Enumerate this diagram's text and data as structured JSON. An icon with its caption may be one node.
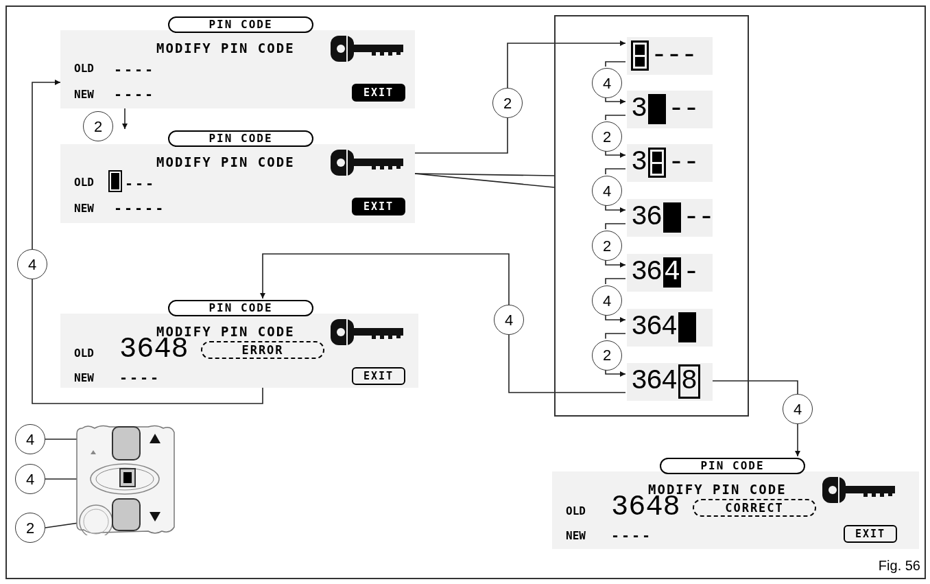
{
  "diagram": {
    "nodes": [
      {
        "text": [
          "PIN CODE",
          "MODIFY PIN CODE",
          "OLD",
          "----",
          "NEW",
          "----",
          "EXIT"
        ]
      },
      {
        "text": [
          "PIN CODE",
          "MODIFY PIN CODE",
          "OLD",
          "---",
          "NEW",
          "-----",
          "EXIT"
        ]
      },
      {
        "text": [
          "2"
        ]
      },
      {
        "text": [],
        "shape": "box"
      },
      {
        "text": [
          "---"
        ],
        "in": 3
      },
      {
        "text": [
          "4"
        ],
        "in": 3
      },
      {
        "text": [
          "3",
          "--"
        ],
        "in": 3
      },
      {
        "text": [
          "2"
        ],
        "in": 3
      },
      {
        "text": [
          "3",
          "--"
        ],
        "in": 3
      },
      {
        "text": [
          "4"
        ],
        "in": 3
      },
      {
        "text": [
          "36",
          "--"
        ],
        "in": 3
      },
      {
        "text": [
          "2"
        ],
        "in": 3
      },
      {
        "text": [
          "36",
          "4",
          "-"
        ],
        "in": 3
      },
      {
        "text": [
          "4"
        ],
        "in": 3
      },
      {
        "text": [
          "364"
        ],
        "in": 3
      },
      {
        "text": [
          "2"
        ],
        "in": 3
      },
      {
        "text": [
          "364",
          "8"
        ],
        "in": 3
      },
      {
        "text": [
          "4"
        ]
      },
      {
        "text": [
          "PIN CODE",
          "MODIFY PIN CODE",
          "OLD",
          "3648",
          "ERROR",
          "NEW",
          "----",
          "EXIT"
        ]
      },
      {
        "text": [
          "4"
        ]
      },
      {
        "text": [
          "4"
        ]
      },
      {
        "text": [
          "PIN CODE",
          "MODIFY PIN CODE",
          "OLD",
          "3648",
          "CORRECT",
          "NEW",
          "----",
          "EXIT"
        ]
      },
      {
        "text": [],
        "shape": "box"
      },
      {
        "text": [],
        "shape": "box",
        "in": 22
      },
      {
        "text": [],
        "shape": "box",
        "in": 22
      },
      {
        "text": [],
        "shape": "box",
        "in": 22
      },
      {
        "text": [
          "4"
        ]
      },
      {
        "text": [
          "4"
        ]
      },
      {
        "text": [
          "2"
        ]
      },
      {
        "text": [
          "2"
        ]
      }
    ],
    "edges": [
      {
        "from": 0,
        "to": 1,
        "arrow": "to"
      },
      {
        "from": 1,
        "to": 2,
        "arrow": "none"
      },
      {
        "from": 2,
        "to": 4,
        "arrow": "to"
      },
      {
        "from": 1,
        "to": 3,
        "arrow": "none"
      },
      {
        "from": 1,
        "to": 3,
        "arrow": "none"
      },
      {
        "from": 4,
        "to": 5,
        "arrow": "none"
      },
      {
        "from": 5,
        "to": 6,
        "arrow": "to"
      },
      {
        "from": 6,
        "to": 7,
        "arrow": "none"
      },
      {
        "from": 7,
        "to": 8,
        "arrow": "to"
      },
      {
        "from": 8,
        "to": 9,
        "arrow": "none"
      },
      {
        "from": 9,
        "to": 10,
        "arrow": "to"
      },
      {
        "from": 10,
        "to": 11,
        "arrow": "none"
      },
      {
        "from": 11,
        "to": 12,
        "arrow": "to"
      },
      {
        "from": 12,
        "to": 13,
        "arrow": "none"
      },
      {
        "from": 13,
        "to": 14,
        "arrow": "to"
      },
      {
        "from": 14,
        "to": 15,
        "arrow": "none"
      },
      {
        "from": 15,
        "to": 16,
        "arrow": "to"
      },
      {
        "from": 16,
        "to": 17,
        "arrow": "none"
      },
      {
        "from": 17,
        "to": 18,
        "arrow": "to"
      },
      {
        "from": 18,
        "to": 19,
        "arrow": "none"
      },
      {
        "from": 19,
        "to": 0,
        "arrow": "to"
      },
      {
        "from": 16,
        "to": 20,
        "arrow": "none"
      },
      {
        "from": 20,
        "to": 21,
        "arrow": "to"
      },
      {
        "from": 26,
        "to": 23,
        "arrow": "none"
      },
      {
        "from": 27,
        "to": 24,
        "arrow": "none"
      },
      {
        "from": 28,
        "to": 25,
        "arrow": "none"
      }
    ],
    "labels": [
      "Fig. 56"
    ]
  }
}
